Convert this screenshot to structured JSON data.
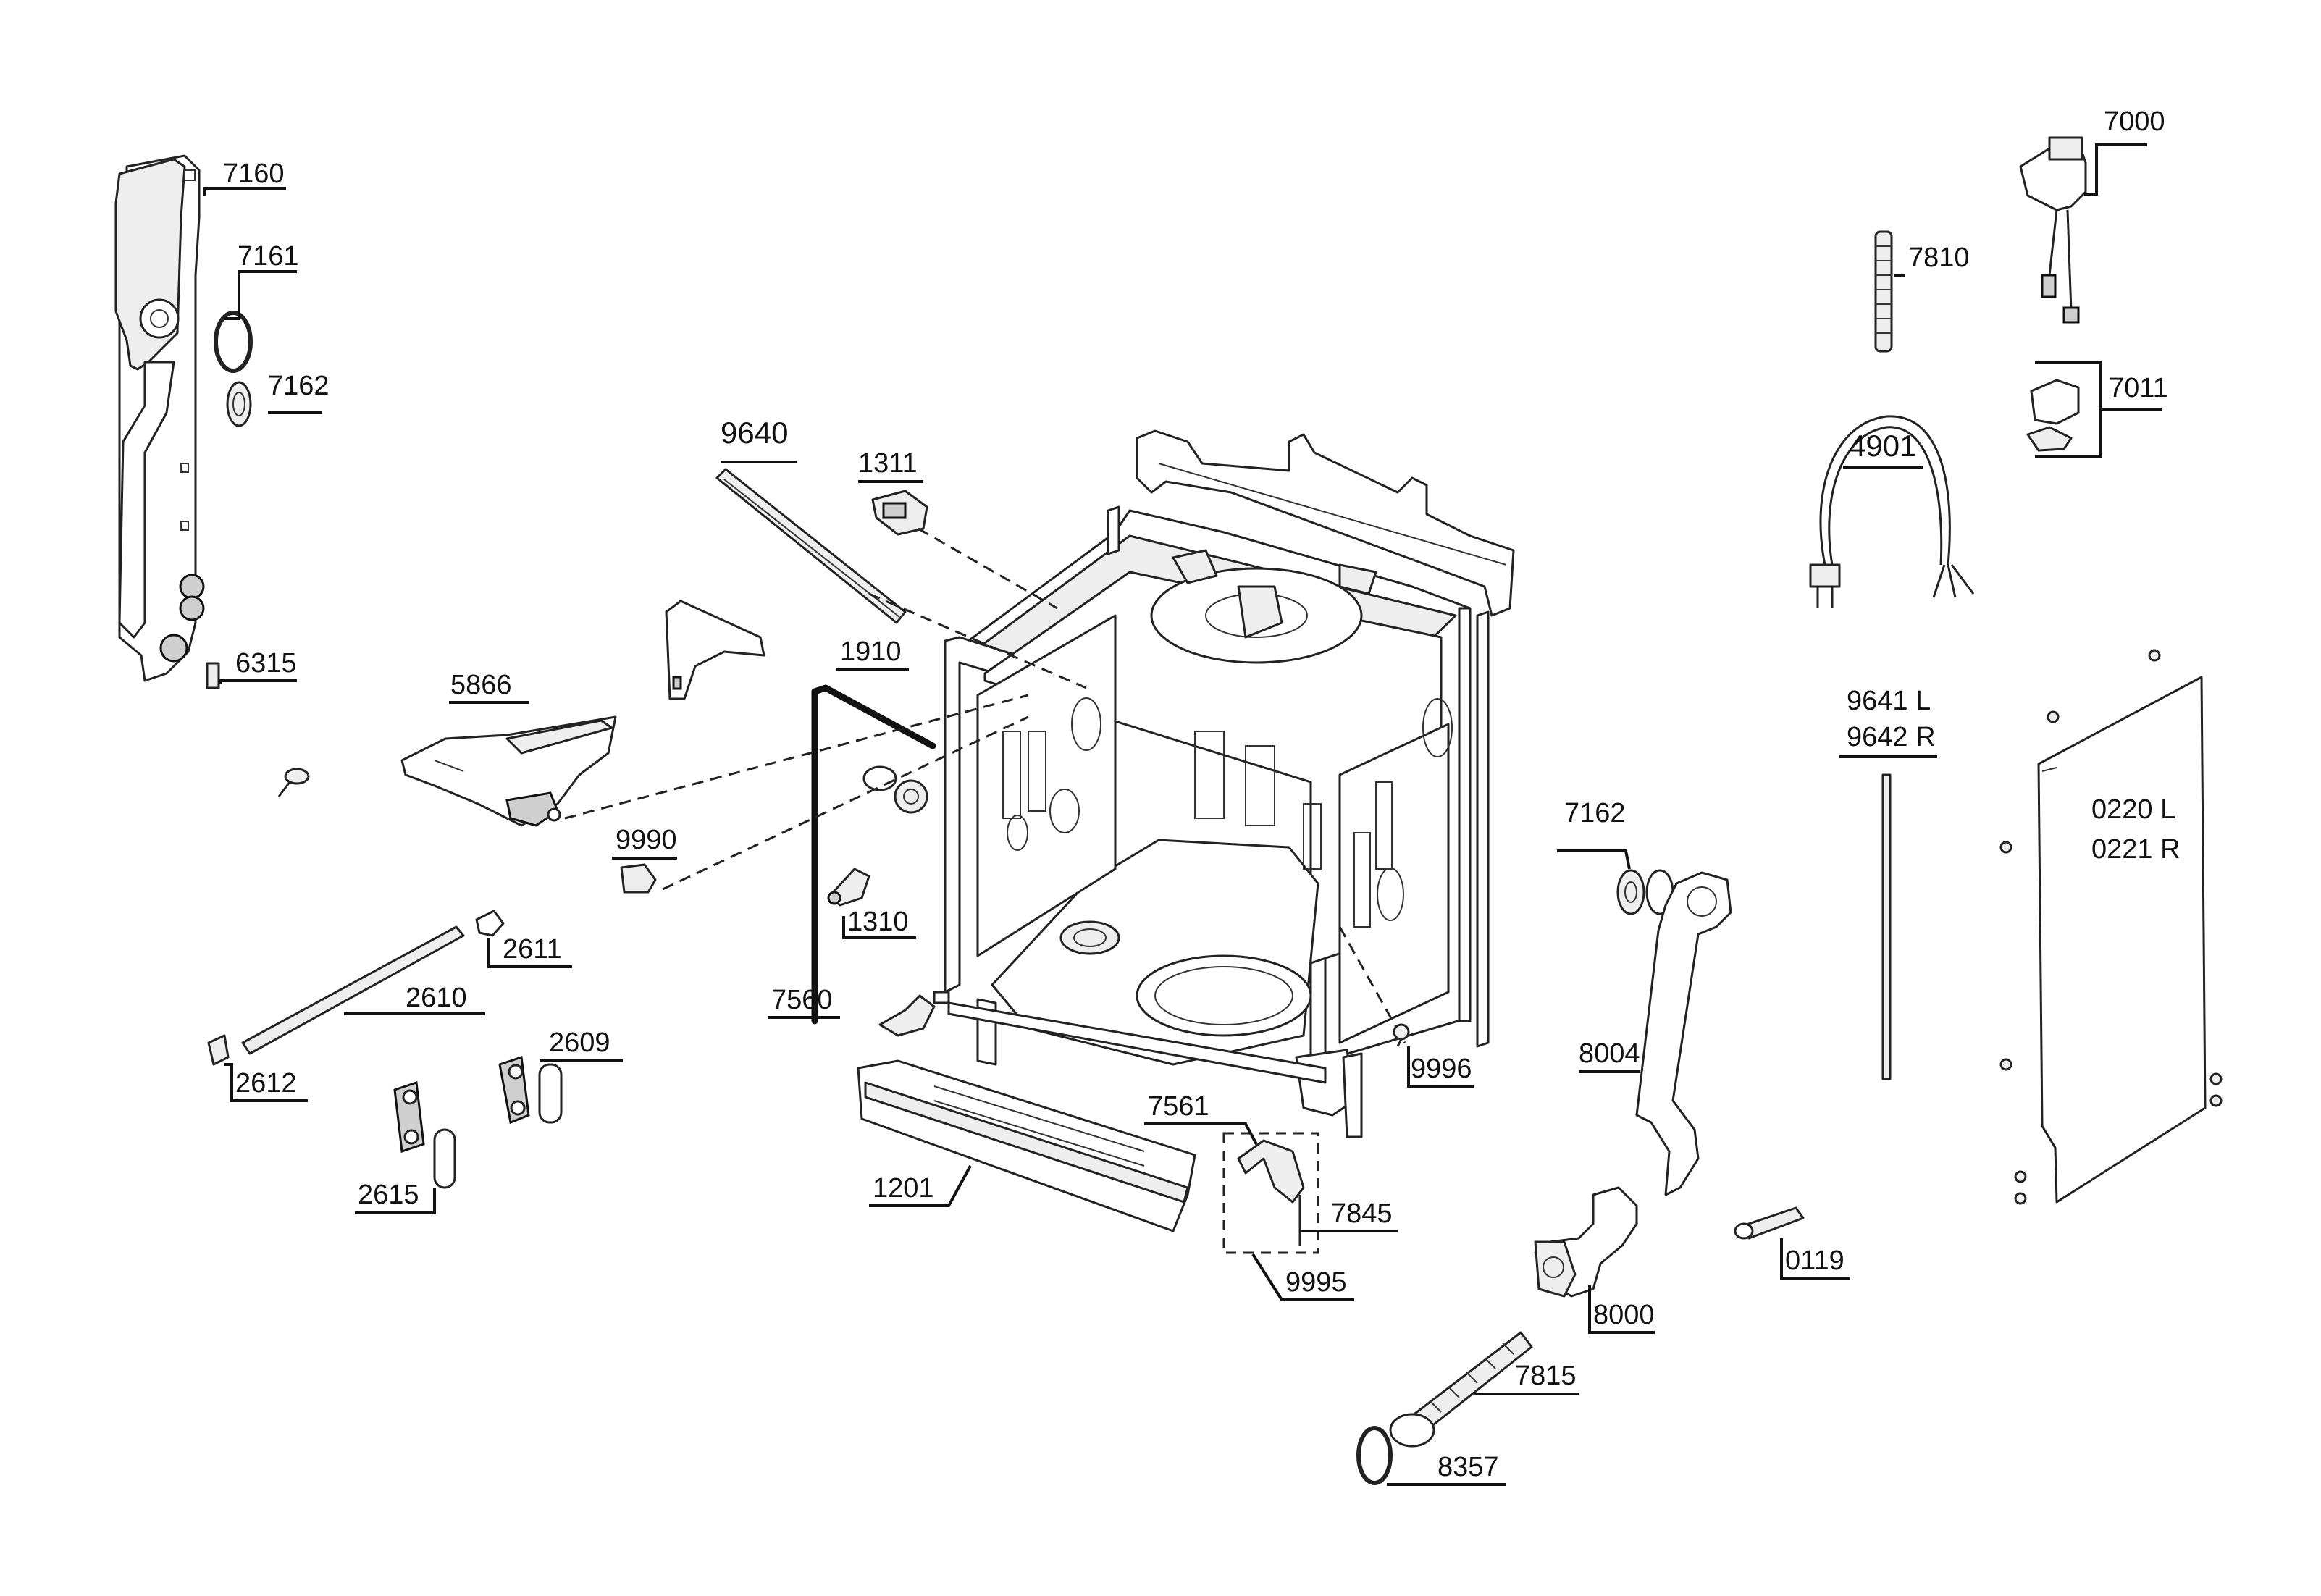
{
  "labels": {
    "l7160": "7160",
    "l7161": "7161",
    "l7162a": "7162",
    "l6315": "6315",
    "l9640": "9640",
    "l1311": "1311",
    "l1910": "1910",
    "l5866": "5866",
    "l9990": "9990",
    "l1310": "1310",
    "l2611": "2611",
    "l2610": "2610",
    "l7560": "7560",
    "l2609": "2609",
    "l2612": "2612",
    "l2615": "2615",
    "l1201": "1201",
    "l7561": "7561",
    "l7845": "7845",
    "l9995": "9995",
    "l9996": "9996",
    "l7162b": "7162",
    "l8004": "8004",
    "l8000": "8000",
    "l7815": "7815",
    "l8357": "8357",
    "l0119": "0119",
    "l7000": "7000",
    "l7810": "7810",
    "l7011": "7011",
    "l4901": "4901",
    "l9641": "9641 L",
    "l9642": "9642 R",
    "l0220": "0220 L",
    "l0221": "0221 R"
  }
}
